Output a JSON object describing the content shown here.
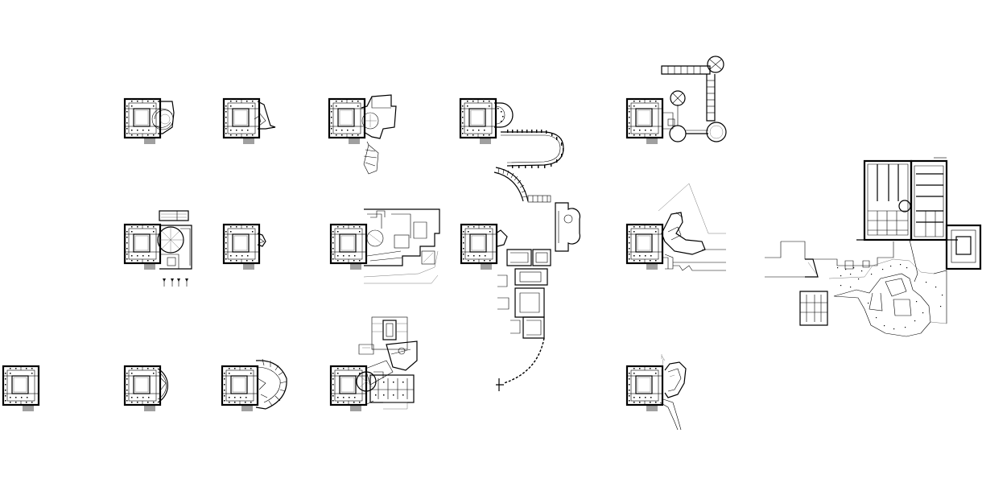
{
  "drawing": {
    "type": "architectural floor plan comparison sheet",
    "line_color": "#000000",
    "background": "#ffffff",
    "hatch_color": "#888888"
  },
  "plans": [
    {
      "id": "plan-r1-c2",
      "variant": "circular wedge"
    },
    {
      "id": "plan-r1-c3",
      "variant": "small wedge"
    },
    {
      "id": "plan-r1-c4",
      "variant": "polygonal annex"
    },
    {
      "id": "plan-r1-c5",
      "variant": "colonnade curve"
    },
    {
      "id": "plan-r1-c6",
      "variant": "towers"
    },
    {
      "id": "plan-r2-c2",
      "variant": "round court"
    },
    {
      "id": "plan-r2-c3",
      "variant": "small wedge"
    },
    {
      "id": "plan-r2-c4",
      "variant": "complex annex"
    },
    {
      "id": "plan-r2-c5",
      "variant": "cloister chain"
    },
    {
      "id": "plan-r2-c6",
      "variant": "freeform"
    },
    {
      "id": "plan-r2-c7",
      "variant": "campus"
    },
    {
      "id": "plan-r3-c1",
      "variant": "base"
    },
    {
      "id": "plan-r3-c2",
      "variant": "arc"
    },
    {
      "id": "plan-r3-c3",
      "variant": "ring"
    },
    {
      "id": "plan-r3-c4",
      "variant": "basilica annex"
    },
    {
      "id": "plan-r3-c6",
      "variant": "blob"
    }
  ]
}
